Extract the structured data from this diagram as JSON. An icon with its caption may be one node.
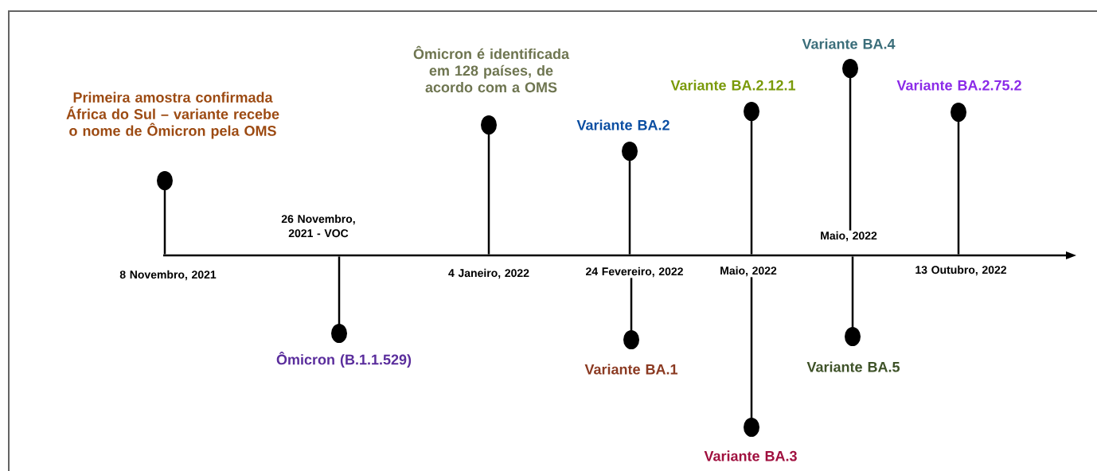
{
  "diagram": {
    "nodes": [
      {
        "text": [
          "Primeira amostra confirmada África do Sul – variante recebe o nome de Ômicron pela OMS"
        ]
      },
      {
        "text": [
          "Ômicron (B.1.1.529)"
        ]
      },
      {
        "text": [
          "Ômicron é identificada em 128 países, de acordo com a OMS"
        ]
      },
      {
        "text": [
          "Variante BA.2"
        ]
      },
      {
        "text": [
          "Variante BA.1"
        ]
      },
      {
        "text": [
          "Variante BA.2.12.1"
        ]
      },
      {
        "text": [
          "Variante BA.3"
        ]
      },
      {
        "text": [
          "Variante BA.4"
        ]
      },
      {
        "text": [
          "Variante BA.5"
        ]
      },
      {
        "text": [
          "Variante BA.2.75.2"
        ]
      },
      {
        "text": [],
        "shape": "bar"
      },
      {
        "text": [
          "8 Novembro, 2021"
        ]
      },
      {
        "text": [
          "26 Novembro, 2021 - VOC"
        ]
      },
      {
        "text": [
          "4 Janeiro, 2022"
        ]
      },
      {
        "text": [
          "24 Fevereiro, 2022"
        ]
      },
      {
        "text": [
          "Maio, 2022"
        ]
      },
      {
        "text": [
          "Maio, 2022"
        ]
      },
      {
        "text": [
          "13 Outubro, 2022"
        ]
      }
    ],
    "edges": [
      {
        "from": 10,
        "to": 0,
        "arrow": "other"
      },
      {
        "from": 10,
        "to": 1,
        "arrow": "other"
      },
      {
        "from": 10,
        "to": 2,
        "arrow": "other"
      },
      {
        "from": 10,
        "to": 3,
        "arrow": "other"
      },
      {
        "from": 14,
        "to": 4,
        "arrow": "other"
      },
      {
        "from": 10,
        "to": 5,
        "arrow": "other"
      },
      {
        "from": 15,
        "to": 6,
        "arrow": "other"
      },
      {
        "from": 16,
        "to": 7,
        "arrow": "other"
      },
      {
        "from": 10,
        "to": 8,
        "arrow": "other"
      },
      {
        "from": 10,
        "to": 9,
        "arrow": "other"
      }
    ]
  }
}
